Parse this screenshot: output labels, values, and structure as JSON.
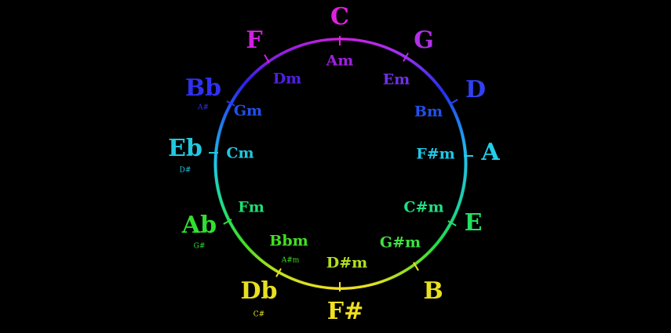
{
  "majors": [
    {
      "key": "C",
      "color": "#e020e0"
    },
    {
      "key": "G",
      "color": "#b030e8"
    },
    {
      "key": "D",
      "color": "#3040f0"
    },
    {
      "key": "A",
      "color": "#20d0e8"
    },
    {
      "key": "E",
      "color": "#20e060"
    },
    {
      "key": "B",
      "color": "#e8e020"
    },
    {
      "key": "F#",
      "color": "#f0e020"
    },
    {
      "key": "Db",
      "color": "#e8e020"
    },
    {
      "key": "Ab",
      "color": "#30e030"
    },
    {
      "key": "Eb",
      "color": "#20c8e0"
    },
    {
      "key": "Bb",
      "color": "#3030f0"
    },
    {
      "key": "F",
      "color": "#d020e0"
    }
  ],
  "minors": [
    {
      "key": "Am",
      "color": "#a020e0"
    },
    {
      "key": "Em",
      "color": "#7030e8"
    },
    {
      "key": "Bm",
      "color": "#2050f0"
    },
    {
      "key": "F#m",
      "color": "#20c8e8"
    },
    {
      "key": "C#m",
      "color": "#20e080"
    },
    {
      "key": "G#m",
      "color": "#40e040"
    },
    {
      "key": "D#m",
      "color": "#b0e020"
    },
    {
      "key": "Bbm",
      "color": "#40e020"
    },
    {
      "key": "Fm",
      "color": "#20e070"
    },
    {
      "key": "Cm",
      "color": "#20c8e0"
    },
    {
      "key": "Gm",
      "color": "#2050f0"
    },
    {
      "key": "Dm",
      "color": "#5020e0"
    }
  ],
  "enharmonics": {
    "Bb": "A#",
    "Eb": "D#",
    "Ab": "G#",
    "Db": "C#",
    "Bbm": "A#m"
  }
}
